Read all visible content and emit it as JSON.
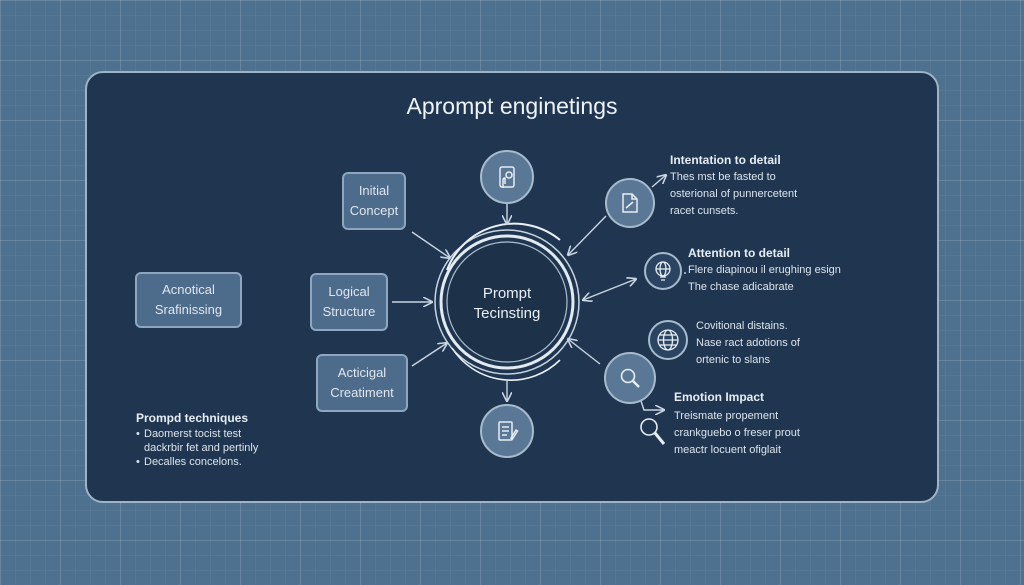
{
  "title": "Aprompt enginetings",
  "hub": {
    "line1": "Prompt",
    "line2": "Tecinsting"
  },
  "boxes": {
    "initial_concept": [
      "Initial",
      "Concept"
    ],
    "logical_structure": [
      "Logical",
      "Structure"
    ],
    "acticigal_creatiment": [
      "Acticigal",
      "Creatiment"
    ],
    "acnotical": [
      "Acnotical",
      "Srafinissing"
    ]
  },
  "icons": {
    "top": "hand-touch-icon",
    "bottom": "document-edit-icon",
    "right_1": "document-pen-icon",
    "right_2": "globe-lightbulb-icon",
    "right_3": "globe-icon",
    "right_4": "magnifier-icon",
    "right_5": "magnifier-icon"
  },
  "annotations": {
    "a1": {
      "head": "Intentation to detail",
      "lines": [
        "Thes mst be fasted to",
        "osterional of punnercetent",
        "racet cunsets."
      ]
    },
    "a2": {
      "head": "Attention to detail",
      "lines": [
        "Flere diapinou il erughing esign",
        "The chase adicabrate"
      ]
    },
    "a3": {
      "lines": [
        "Covitional distains.",
        "Nase ract adotions of",
        "ortenic to slans"
      ]
    },
    "a4": {
      "head": "Emotion Impact",
      "lines": [
        "Treismate propement",
        "crankguebo o freser prout",
        "meactr locuent ofiglait"
      ]
    }
  },
  "techniques": {
    "head": "Promрd techniques",
    "items": [
      {
        "bullet": "•",
        "text": "Daomerst tocist test"
      },
      {
        "bullet": "",
        "text": "dackrbir fet and pertinly"
      },
      {
        "bullet": "•",
        "text": "Decalles concelons."
      }
    ]
  },
  "colors": {
    "background": "#4f7190",
    "panel": "#203650",
    "box_fill": "#4d6b8a",
    "stroke": "#9fb3c6"
  }
}
